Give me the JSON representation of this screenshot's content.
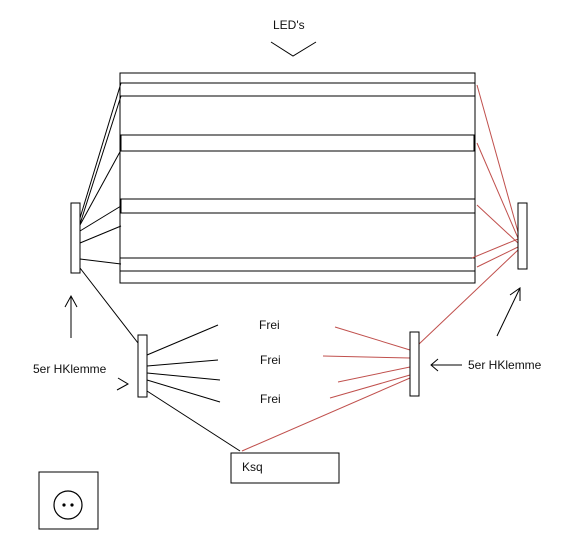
{
  "labels": {
    "leds": "LED's",
    "free": [
      "Frei",
      "Frei",
      "Frei"
    ],
    "clamp_left": "5er HKlemme",
    "clamp_right": "5er HKlemme",
    "box": "Ksq"
  },
  "colors": {
    "black_wire": "#000000",
    "red_wire": "#c0504d",
    "stroke": "#000000"
  },
  "icons": {
    "socket": "power-socket-icon"
  }
}
